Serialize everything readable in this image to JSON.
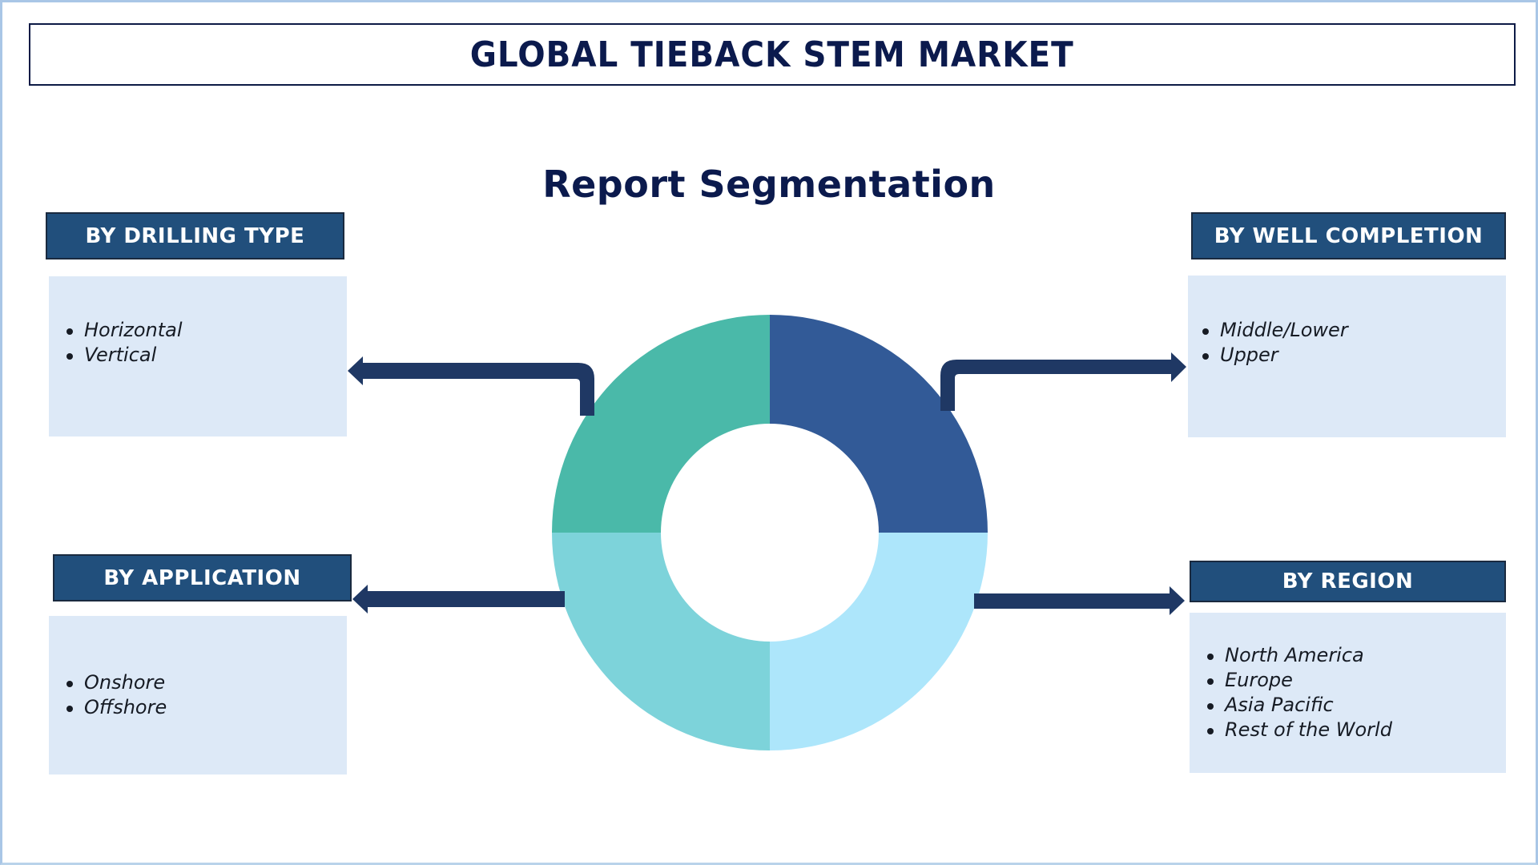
{
  "header": {
    "title": "GLOBAL TIEBACK STEM MARKET"
  },
  "subtitle": "Report Segmentation",
  "segments": {
    "drilling_type": {
      "label": "BY DRILLING TYPE",
      "items": [
        "Horizontal",
        "Vertical"
      ]
    },
    "application": {
      "label": "BY APPLICATION",
      "items": [
        "Onshore",
        "Offshore"
      ]
    },
    "well_completion": {
      "label": "BY WELL COMPLETION",
      "items": [
        "Middle/Lower",
        "Upper"
      ]
    },
    "region": {
      "label": "BY REGION",
      "items": [
        "North America",
        "Europe",
        "Asia Pacific",
        "Rest of the World"
      ]
    }
  },
  "donut": {
    "quadrants": [
      {
        "position": "top-left",
        "color": "#4ab9a9"
      },
      {
        "position": "top-right",
        "color": "#325a97"
      },
      {
        "position": "bottom-left",
        "color": "#7dd3da"
      },
      {
        "position": "bottom-right",
        "color": "#ade6fb"
      }
    ]
  },
  "colors": {
    "title_text": "#0b1a4d",
    "header_bg": "#214f7c",
    "body_bg": "#dde9f7",
    "arrow": "#1f3864",
    "frame": "#a9c6e6"
  }
}
